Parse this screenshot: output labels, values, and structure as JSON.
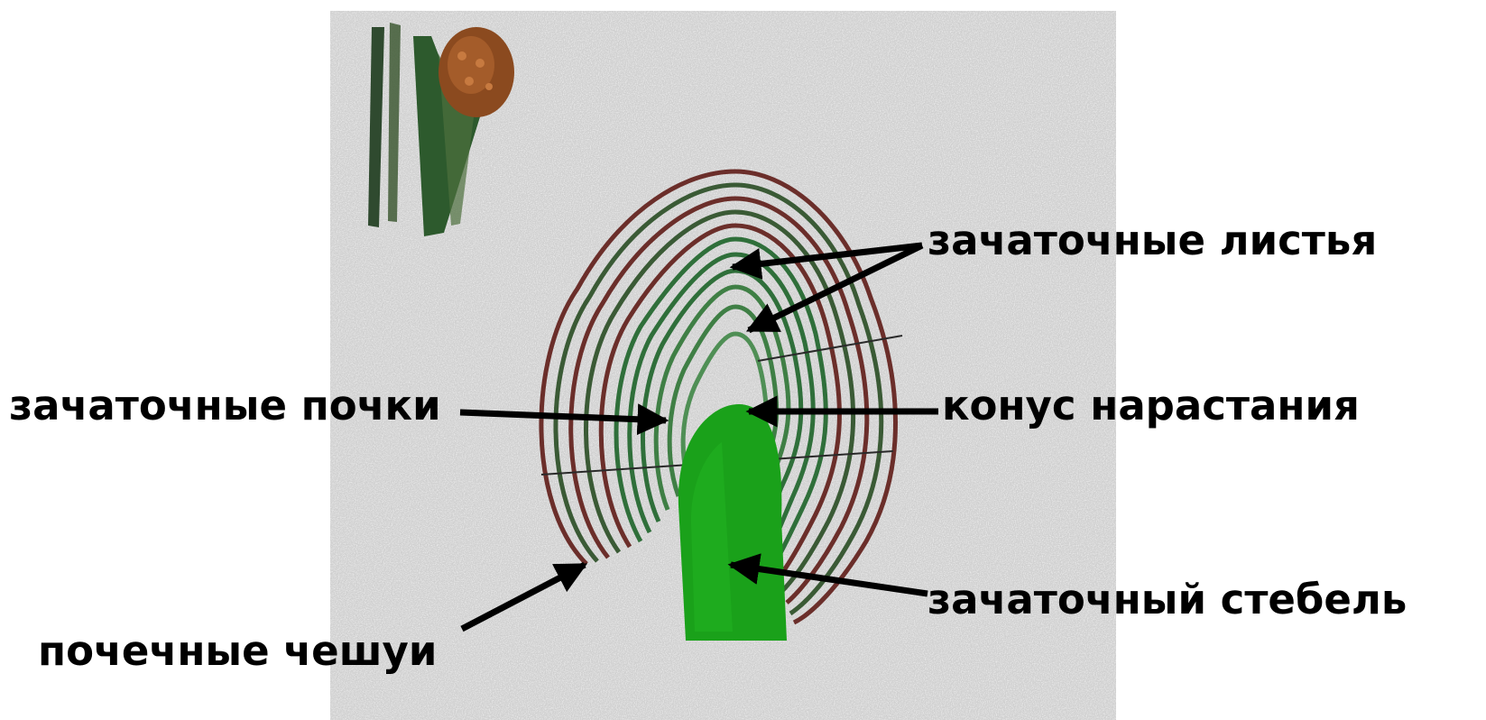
{
  "labels": {
    "leaf_primordia": "зачаточные листья",
    "bud_primordia": "зачаточные почки",
    "growth_cone": "конус нарастания",
    "embryonic_stem": "зачаточный стебель",
    "bud_scales": "почечные чешуи"
  },
  "colors": {
    "background": "#cfcfcf",
    "scale_rings": "#6b2e2a",
    "leaf_rings": "#2f6f3a",
    "stem": "#1aa11a",
    "arrows": "#000000"
  }
}
